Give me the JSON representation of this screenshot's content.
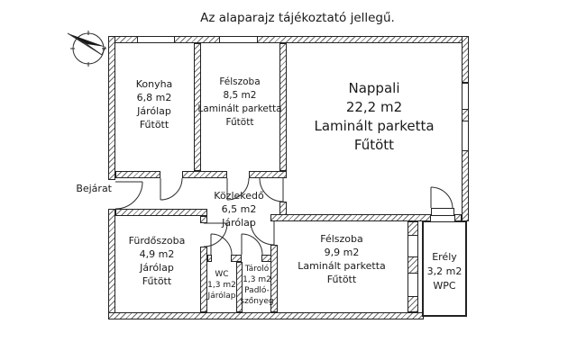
{
  "page": {
    "title": "Az alaparajz tájékoztató jellegű."
  },
  "labels": {
    "entrance": "Bejárat"
  },
  "compass": {
    "meaning": "north-arrow"
  },
  "rooms": [
    {
      "id": "konyha",
      "name": "Konyha",
      "area": "6,8 m2",
      "floor": "Járólap",
      "heating": "Fűtött"
    },
    {
      "id": "felszoba-felso",
      "name": "Félszoba",
      "area": "8,5 m2",
      "floor": "Laminált parketta",
      "heating": "Fűtött"
    },
    {
      "id": "nappali",
      "name": "Nappali",
      "area": "22,2 m2",
      "floor": "Laminált parketta",
      "heating": "Fűtött"
    },
    {
      "id": "kozlekedo",
      "name": "Közlekedő",
      "area": "6,5 m2",
      "floor": "Járólap"
    },
    {
      "id": "furdoszoba",
      "name": "Fürdőszoba",
      "area": "4,9 m2",
      "floor": "Járólap",
      "heating": "Fűtött"
    },
    {
      "id": "wc",
      "name": "WC",
      "area": "1,3 m2",
      "floor": "Járólap"
    },
    {
      "id": "tarolo",
      "name": "Tároló",
      "area": "1,3 m2",
      "floor": "Padló-szőnyeg"
    },
    {
      "id": "felszoba-also",
      "name": "Félszoba",
      "area": "9,9 m2",
      "floor": "Laminált parketta",
      "heating": "Fűtött"
    },
    {
      "id": "erely",
      "name": "Erély",
      "area": "3,2 m2",
      "floor": "WPC"
    }
  ],
  "colors": {
    "background": "#ffffff",
    "wall_line": "#222222",
    "hatch": "#6a6a6a",
    "text": "#1a1a1a"
  }
}
